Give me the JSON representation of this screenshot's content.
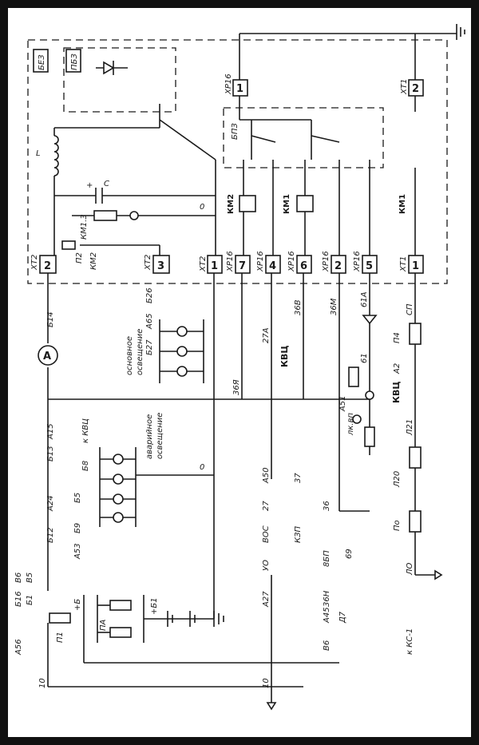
{
  "blocks": {
    "bbz": "БЕЗ",
    "pbz": "ПБЗ",
    "bpz": "БПЗ"
  },
  "terminals": {
    "xr16": "ХР16",
    "xt1": "ХТ1",
    "xt2": "ХТ2",
    "n1": "1",
    "n2": "2",
    "n3": "3",
    "n4": "4",
    "n5": "5",
    "n6": "6",
    "n7": "7"
  },
  "components": {
    "L": "L",
    "C": "C",
    "plus": "+",
    "km1": "КМ1",
    "km2": "КМ2",
    "km13": "КМ1.3",
    "p2": "П2",
    "p1": "П1",
    "pa": "ПА",
    "zero": "0"
  },
  "wires": {
    "b14": "Б14",
    "b26": "Б26",
    "b27": "Б27",
    "a65": "А65",
    "b13": "Б13",
    "a15": "А15",
    "kvc_plus": "к КВЦ",
    "b8": "Б8",
    "a24": "А24",
    "b5": "Б5",
    "b12": "Б12",
    "b9": "Б9",
    "a53": "А53",
    "b6": "В6",
    "b5b": "В5",
    "b16": "Б16",
    "b1": "Б1",
    "a56": "А56",
    "plus_b": "+Б",
    "plus_b1": "+Б1",
    "ten": "10",
    "w36ya": "36Я",
    "w27a": "27А",
    "kvc": "КВЦ",
    "w36v": "36В",
    "w36m": "36М",
    "w61a": "61А",
    "w61": "61",
    "a51": "А51",
    "lk_vp": "лк.вп",
    "a50": "А50",
    "w27": "27",
    "w37": "37",
    "w36": "36",
    "a27": "А27",
    "uo": "УО",
    "voc": "ВОС",
    "kzp": "КЗП",
    "w8bp": "8БП",
    "w36n": "36Н",
    "w69": "69",
    "a45": "А45",
    "d7": "Д7",
    "b6b": "В6",
    "sp": "СП",
    "p4": "П4",
    "a2": "А2",
    "kvc2": "КВЦ",
    "l21": "Л21",
    "l20": "Л20",
    "po": "По",
    "lo": "ЛО",
    "ks1": "к КС-1"
  },
  "lighting": {
    "main_l1": "основное",
    "main_l2": "освещение",
    "emerg_l1": "аварийное",
    "emerg_l2": "освещение"
  }
}
